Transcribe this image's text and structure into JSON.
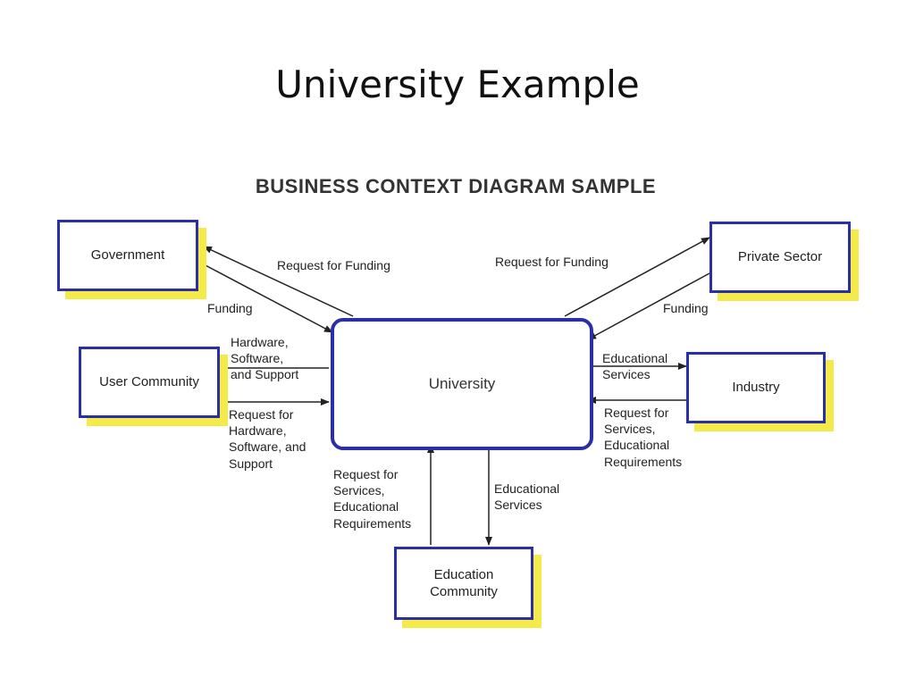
{
  "slide": {
    "title": "University Example"
  },
  "diagram": {
    "heading": "BUSINESS CONTEXT DIAGRAM SAMPLE",
    "colors": {
      "box_border": "#2a2fa8",
      "shadow": "#f4ea4a",
      "arrow": "#222222"
    },
    "center": {
      "label": "University"
    },
    "entities": {
      "government": "Government",
      "private_sector": "Private Sector",
      "user_community": "User Community",
      "industry": "Industry",
      "education_community_line1": "Education",
      "education_community_line2": "Community"
    },
    "flows": {
      "gov_request_funding": "Request for Funding",
      "gov_funding": "Funding",
      "private_request_funding": "Request for Funding",
      "private_funding": "Funding",
      "user_hw_line1": "Hardware,",
      "user_hw_line2": "Software,",
      "user_hw_line3": "and Support",
      "user_req_line1": "Request for",
      "user_req_line2": "Hardware,",
      "user_req_line3": "Software, and",
      "user_req_line4": "Support",
      "ind_edu_line1": "Educational",
      "ind_edu_line2": "Services",
      "ind_req_line1": "Request for",
      "ind_req_line2": "Services,",
      "ind_req_line3": "Educational",
      "ind_req_line4": "Requirements",
      "edc_req_line1": "Request for",
      "edc_req_line2": "Services,",
      "edc_req_line3": "Educational",
      "edc_req_line4": "Requirements",
      "edc_edu_line1": "Educational",
      "edc_edu_line2": "Services"
    }
  }
}
